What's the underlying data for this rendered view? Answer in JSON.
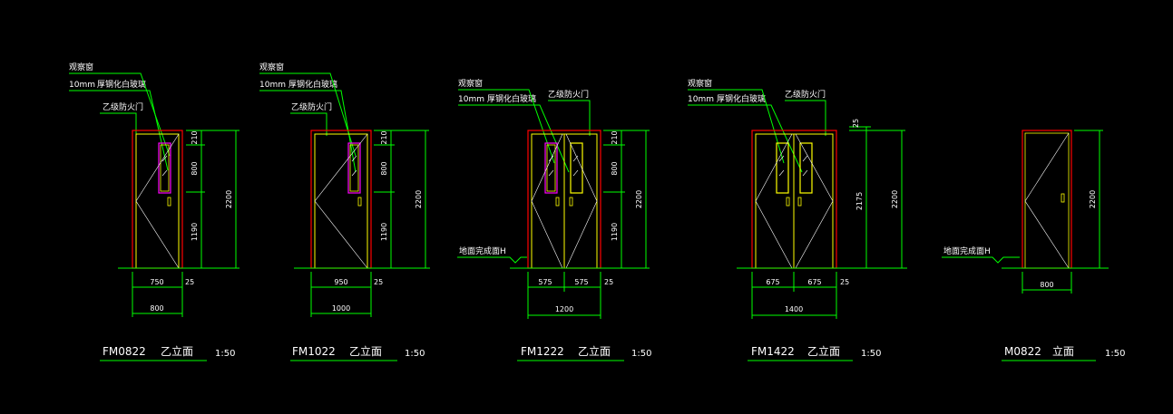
{
  "colors": {
    "background": "#000000",
    "dimension": "#00ff00",
    "frame_outer": "#ff0000",
    "frame_inner": "#ffff00",
    "glass_magenta": "#ff00ff",
    "text": "#ffffff",
    "swing": "#ffffff"
  },
  "labels": {
    "observation_window": "观察窗",
    "glass_thickness": "10mm",
    "glass_type": "厚钢化白玻璃",
    "fire_door": "乙级防火门",
    "floor_finish": "地面完成面H"
  },
  "doors": [
    {
      "title": "FM0822",
      "subtitle": "乙立面",
      "scale": "1:50",
      "width_dims": [
        "750",
        "25"
      ],
      "total_width": "800",
      "height_dims": [
        "210",
        "800",
        "1190"
      ],
      "total_height": "2200"
    },
    {
      "title": "FM1022",
      "subtitle": "乙立面",
      "scale": "1:50",
      "width_dims": [
        "950",
        "25"
      ],
      "total_width": "1000",
      "height_dims": [
        "210",
        "800",
        "1190"
      ],
      "total_height": "2200"
    },
    {
      "title": "FM1222",
      "subtitle": "乙立面",
      "scale": "1:50",
      "width_dims": [
        "575",
        "575",
        "25"
      ],
      "total_width": "1200",
      "height_dims": [
        "210",
        "800",
        "1190"
      ],
      "total_height": "2200"
    },
    {
      "title": "FM1422",
      "subtitle": "乙立面",
      "scale": "1:50",
      "width_dims": [
        "675",
        "675",
        "25"
      ],
      "total_width": "1400",
      "height_dims": [
        "25",
        "2175"
      ],
      "total_height": "2200"
    },
    {
      "title": "M0822",
      "subtitle": "立面",
      "scale": "1:50",
      "width_dims": [],
      "total_width": "800",
      "height_dims": [],
      "total_height": "2200"
    }
  ]
}
